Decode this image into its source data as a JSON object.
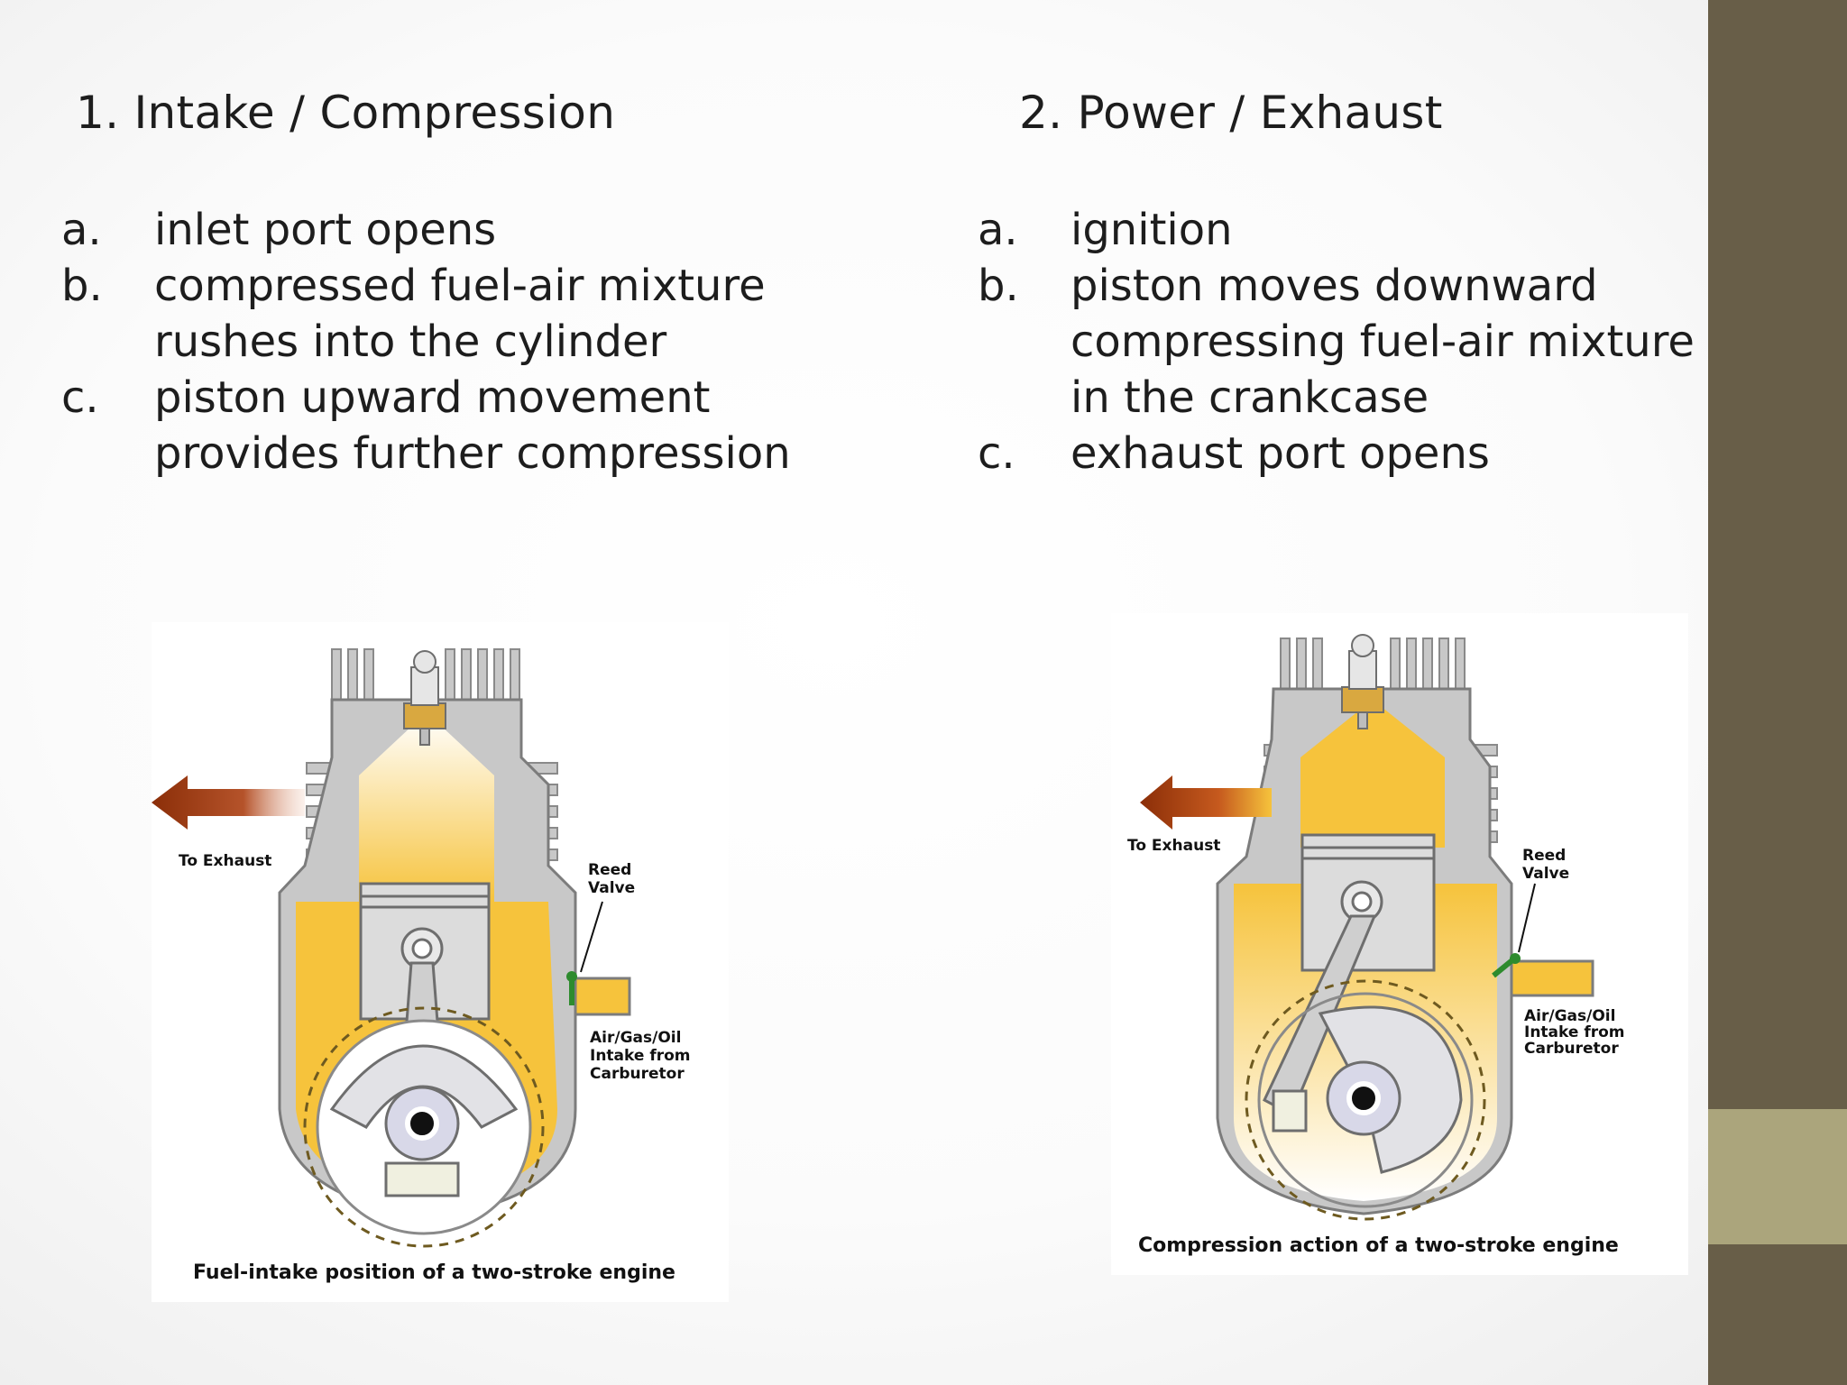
{
  "colors": {
    "side_band": "#685e48",
    "side_accent": "#aba57c",
    "fuel_mixture": "#f6c33c",
    "engine_metal": "#c8c8c8",
    "exhaust_arrow": "#8b2e08",
    "reed_valve": "#2e8b2e"
  },
  "left": {
    "title": "1. Intake / Compression",
    "steps": [
      {
        "marker": "a.",
        "lines": [
          "inlet port opens"
        ]
      },
      {
        "marker": "b.",
        "lines": [
          "compressed fuel-air mixture",
          "rushes into the cylinder"
        ]
      },
      {
        "marker": "c.",
        "lines": [
          "piston upward movement",
          "provides further compression"
        ]
      }
    ],
    "figure": {
      "exhaust_label": "To Exhaust",
      "reed_label": [
        "Reed",
        "Valve"
      ],
      "intake_label": [
        "Air/Gas/Oil",
        "Intake from",
        "Carburetor"
      ],
      "caption": "Fuel-intake position of a two-stroke engine"
    }
  },
  "right": {
    "title": "2. Power / Exhaust",
    "steps": [
      {
        "marker": "a.",
        "lines": [
          "ignition"
        ]
      },
      {
        "marker": "b.",
        "lines": [
          "piston moves downward",
          "compressing fuel-air mixture",
          "in the crankcase"
        ]
      },
      {
        "marker": "c.",
        "lines": [
          "exhaust port opens"
        ]
      }
    ],
    "figure": {
      "exhaust_label": "To Exhaust",
      "reed_label": [
        "Reed",
        "Valve"
      ],
      "intake_label": [
        "Air/Gas/Oil",
        "Intake from",
        "Carburetor"
      ],
      "caption": "Compression action of a two-stroke engine"
    }
  }
}
